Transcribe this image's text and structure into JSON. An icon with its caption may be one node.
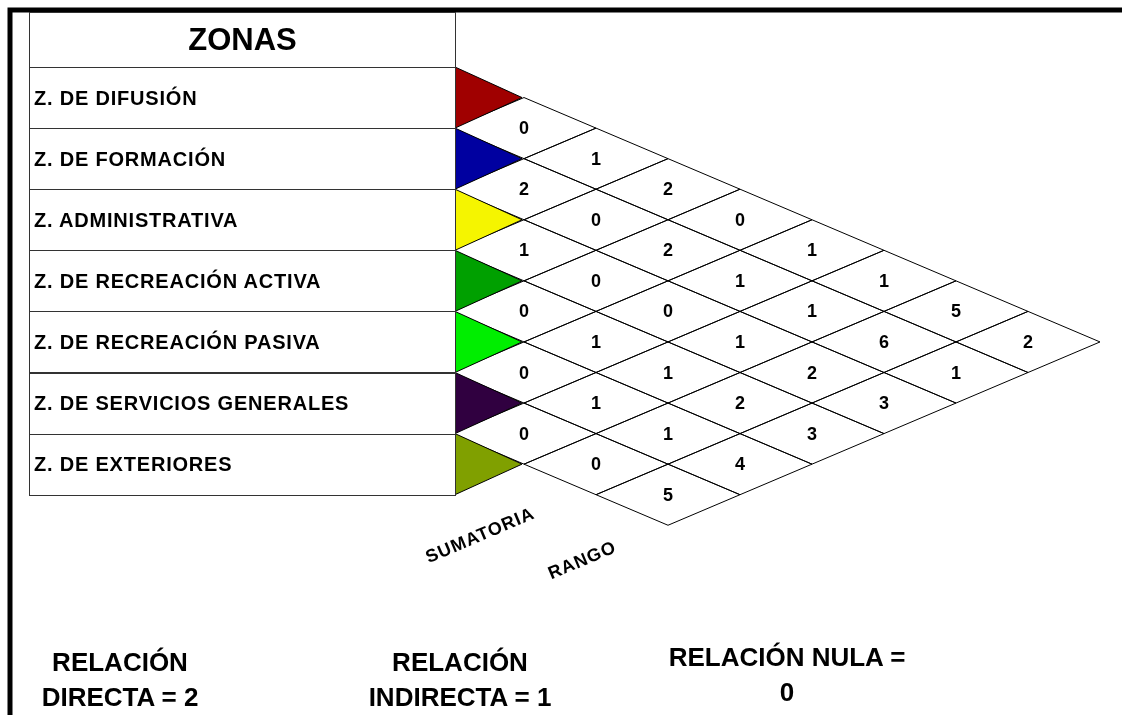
{
  "diagram": {
    "nodes": [
      {
        "text": [
          "ZONAS"
        ]
      },
      {
        "text": [
          "Z. DE DIFUSIÓN"
        ]
      },
      {
        "text": [
          "Z. DE FORMACIÓN"
        ]
      },
      {
        "text": [
          "Z. ADMINISTRATIVA"
        ]
      },
      {
        "text": [
          "Z. DE RECREACIÓN ACTIVA"
        ]
      },
      {
        "text": [
          "Z. DE RECREACIÓN PASIVA"
        ]
      },
      {
        "text": [
          "Z. DE SERVICIOS GENERALES"
        ]
      },
      {
        "text": [
          "Z. DE EXTERIORES"
        ]
      }
    ],
    "edges": [],
    "labels": [
      "0",
      "1",
      "2",
      "2",
      "0",
      "0",
      "1",
      "2",
      "1",
      "0",
      "1",
      "1",
      "0",
      "0",
      "1",
      "5",
      "1",
      "1",
      "6",
      "2",
      "0",
      "1",
      "2",
      "1",
      "1",
      "2",
      "3",
      "0",
      "1",
      "3",
      "0",
      "4",
      "5",
      "SUMATORIA",
      "RANGO",
      "RELACIÓN DIRECTA = 2",
      "RELACIÓN INDIRECTA = 1",
      "RELACIÓN NULA = 0"
    ]
  }
}
